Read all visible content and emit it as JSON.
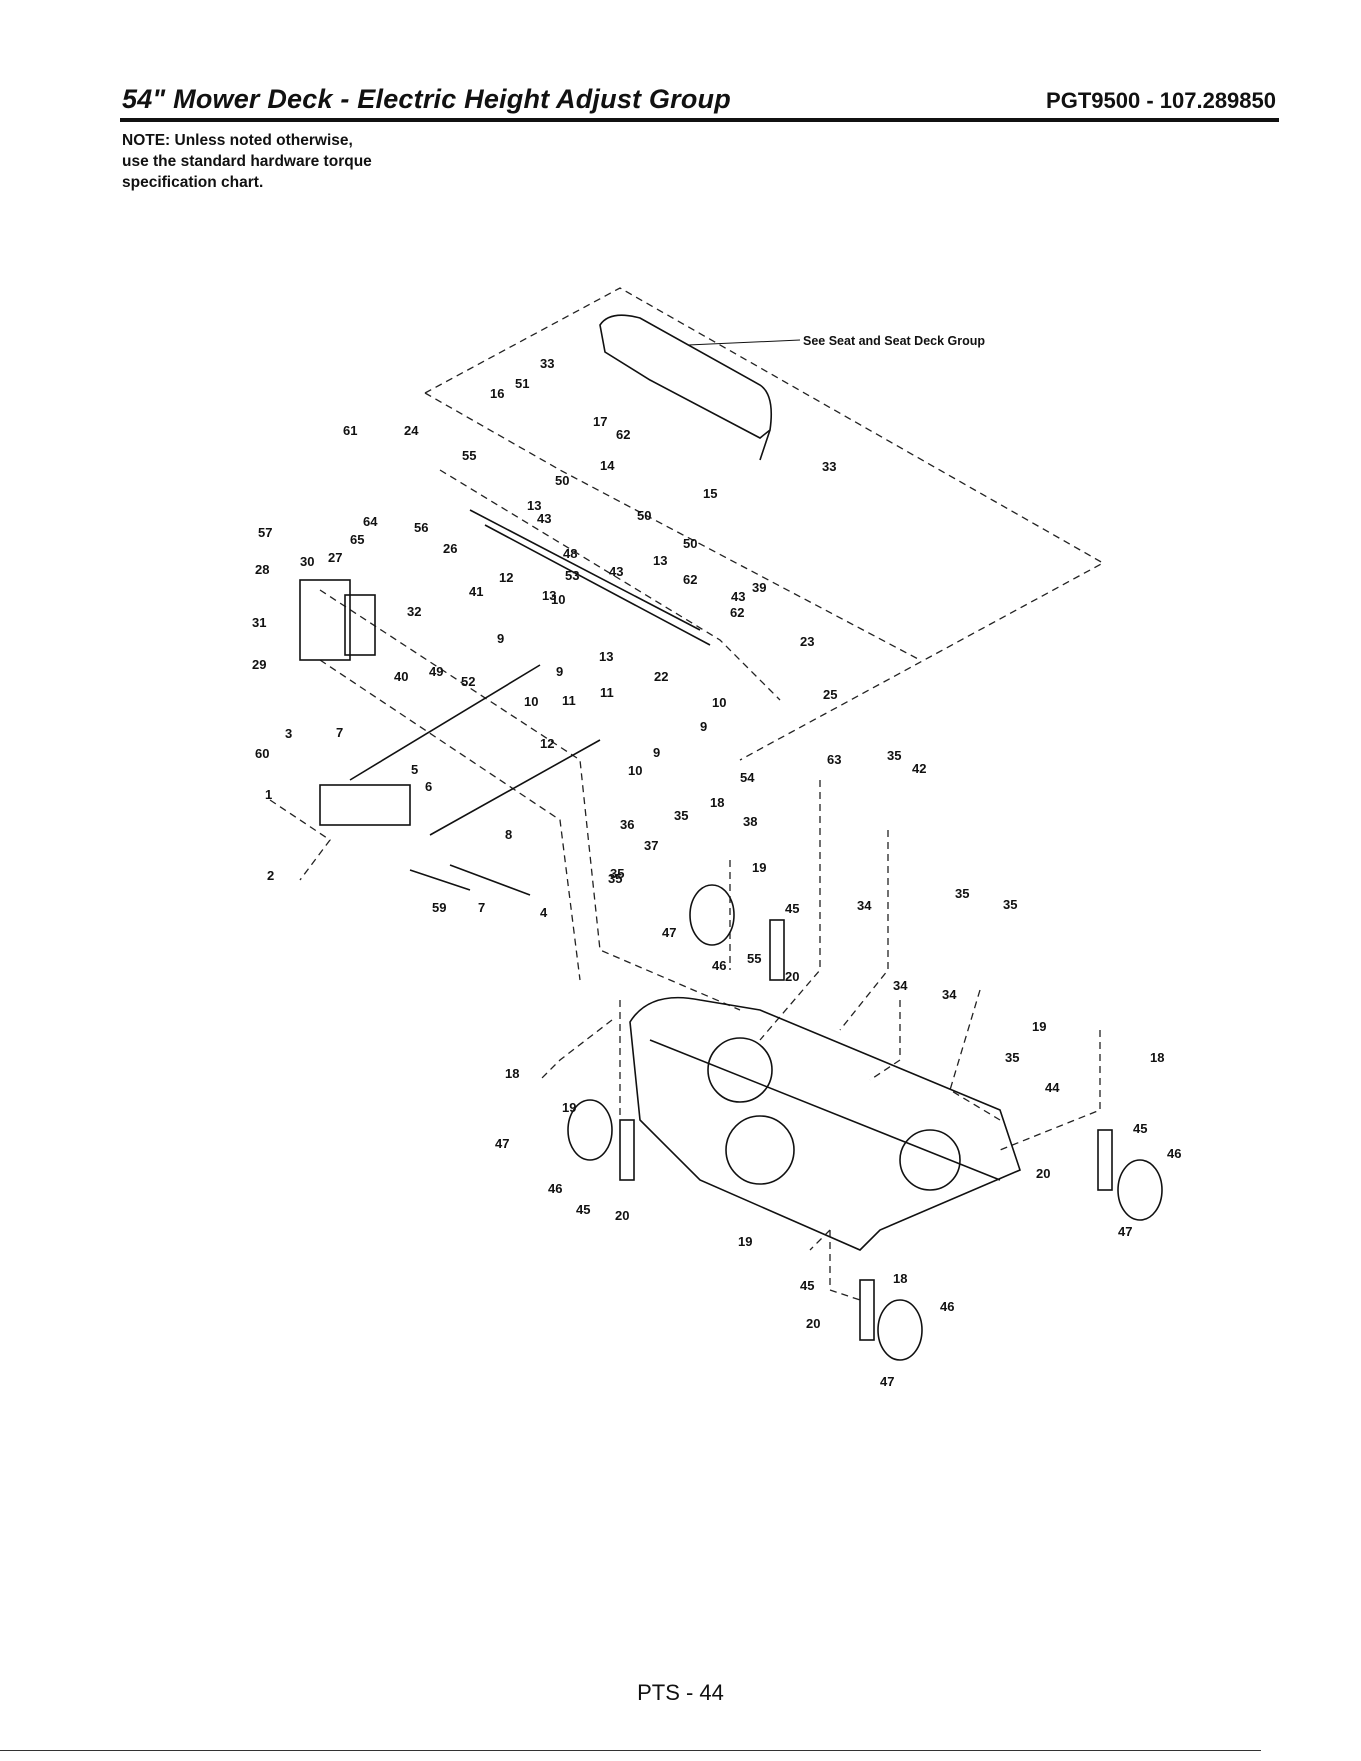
{
  "header": {
    "title": "54\" Mower Deck - Electric Height Adjust Group",
    "model": "PGT9500 - 107.289850"
  },
  "note": {
    "line1": "NOTE: Unless noted otherwise,",
    "line2": "use the standard hardware torque",
    "line3": "specification chart."
  },
  "diagram": {
    "reference_note": "See Seat and Seat Deck Group",
    "callouts": [
      "33",
      "16",
      "51",
      "17",
      "62",
      "33",
      "61",
      "24",
      "55",
      "50",
      "14",
      "15",
      "13",
      "43",
      "50",
      "57",
      "64",
      "56",
      "65",
      "26",
      "48",
      "50",
      "28",
      "30",
      "27",
      "12",
      "53",
      "43",
      "13",
      "62",
      "39",
      "41",
      "10",
      "31",
      "13",
      "43",
      "9",
      "32",
      "62",
      "23",
      "29",
      "40",
      "49",
      "52",
      "9",
      "13",
      "22",
      "11",
      "25",
      "10",
      "11",
      "10",
      "9",
      "3",
      "7",
      "12",
      "60",
      "5",
      "10",
      "9",
      "54",
      "63",
      "35",
      "6",
      "42",
      "1",
      "18",
      "35",
      "8",
      "36",
      "35",
      "38",
      "37",
      "19",
      "35",
      "2",
      "59",
      "7",
      "4",
      "47",
      "45",
      "34",
      "35",
      "35",
      "46",
      "55",
      "20",
      "34",
      "34",
      "19",
      "18",
      "35",
      "18",
      "19",
      "47",
      "44",
      "45",
      "46",
      "20",
      "46",
      "45",
      "20",
      "47",
      "19",
      "18",
      "45",
      "46",
      "20",
      "47"
    ]
  },
  "footer": {
    "page": "PTS - 44"
  }
}
